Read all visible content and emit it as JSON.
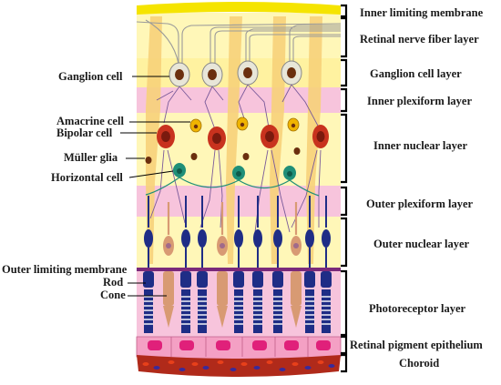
{
  "left_labels": {
    "ganglion_cell": "Ganglion cell",
    "amacrine_cell": "Amacrine cell",
    "bipolar_cell": "Bipolar cell",
    "muller_glia": "Müller glia",
    "horizontal_cell": "Horizontal cell",
    "outer_limiting_membrane": "Outer limiting membrane",
    "rod": "Rod",
    "cone": "Cone"
  },
  "right_labels": {
    "inner_limiting_membrane": "Inner limiting membrane",
    "retinal_nerve_fiber_layer": "Retinal nerve fiber layer",
    "ganglion_cell_layer": "Ganglion cell layer",
    "inner_plexiform_layer": "Inner plexiform layer",
    "inner_nuclear_layer": "Inner nuclear layer",
    "outer_plexiform_layer": "Outer plexiform layer",
    "outer_nuclear_layer": "Outer nuclear layer",
    "photoreceptor_layer": "Photoreceptor layer",
    "retinal_pigment_epithelium": "Retinal pigment epithelium",
    "choroid": "Choroid"
  },
  "colors": {
    "membrane_yellow": "#f5e400",
    "band_yellow": "#fff7b8",
    "band_pink": "#f7c4dc",
    "muller_glia": "#f8d27a",
    "ganglion_body": "#e8e6d8",
    "nucleus_brown": "#6b2f0e",
    "bipolar_body": "#c8321e",
    "amacrine_body": "#f0b400",
    "horizontal_body": "#1f8f78",
    "photoreceptor_blue": "#1f2d86",
    "cone_tan": "#d89a73",
    "olm_purple": "#7a2a7a",
    "rpe_pink": "#f4a0c4",
    "rpe_nucleus": "#e0207a",
    "choroid_red": "#b02a1a",
    "bracket": "#000000"
  }
}
